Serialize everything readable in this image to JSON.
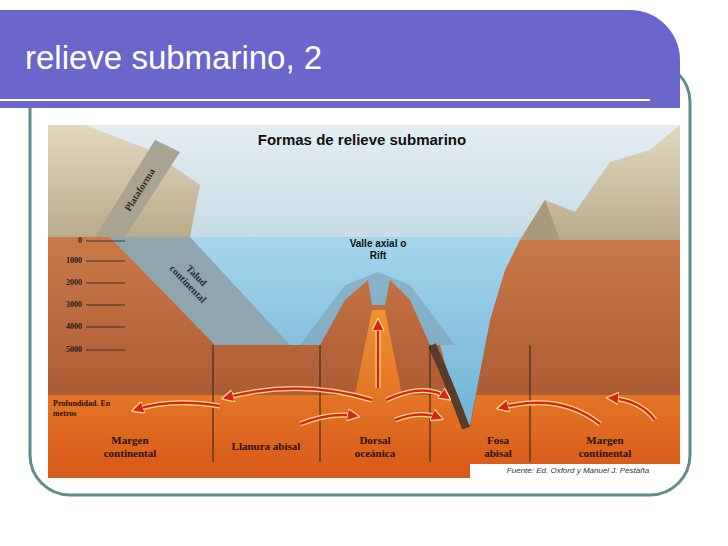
{
  "diagram": {
    "title": "relieve submarino, 2",
    "labels": [
      "Formas de relieve submarino",
      "Plataforma",
      "Talud continental",
      "Valle axial o Rift",
      "0",
      "1000",
      "2000",
      "3000",
      "4000",
      "5000",
      "Profundidad. En metros",
      "Margen continental",
      "Llanura abisal",
      "Dorsal oceánica",
      "Fosa abisal",
      "Margen continental",
      "Fuente: Ed. Oxford y Manuel J. Pestaña"
    ]
  }
}
